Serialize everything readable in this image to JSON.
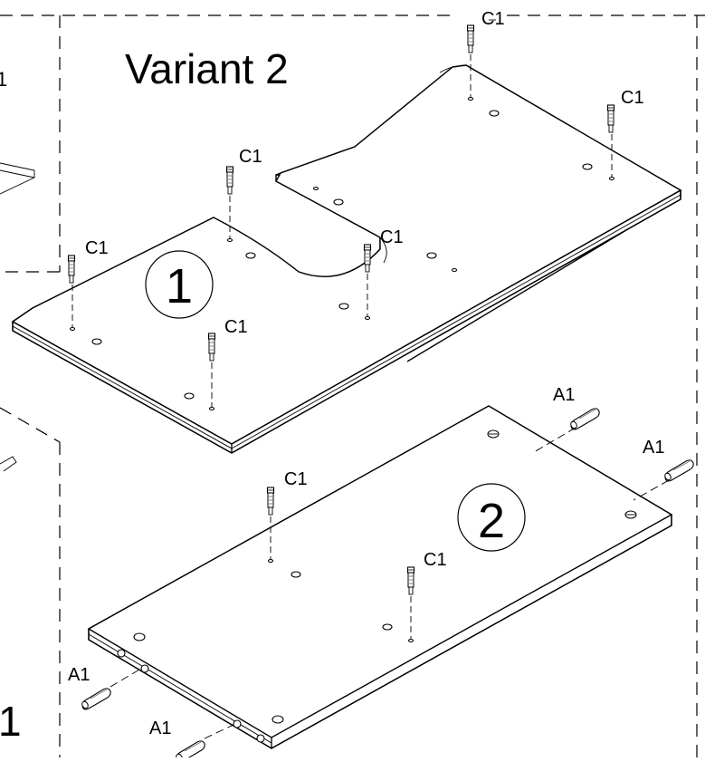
{
  "heading": "Variant 2",
  "stray_label_top_left": "1",
  "stray_label_bottom_left": "1",
  "parts": {
    "panel_1": "1",
    "panel_2": "2"
  },
  "fitting_labels": {
    "c1": "C1",
    "a1": "A1"
  },
  "icons": {
    "screw": "cam-bolt-icon",
    "dowel": "wooden-dowel-icon"
  }
}
